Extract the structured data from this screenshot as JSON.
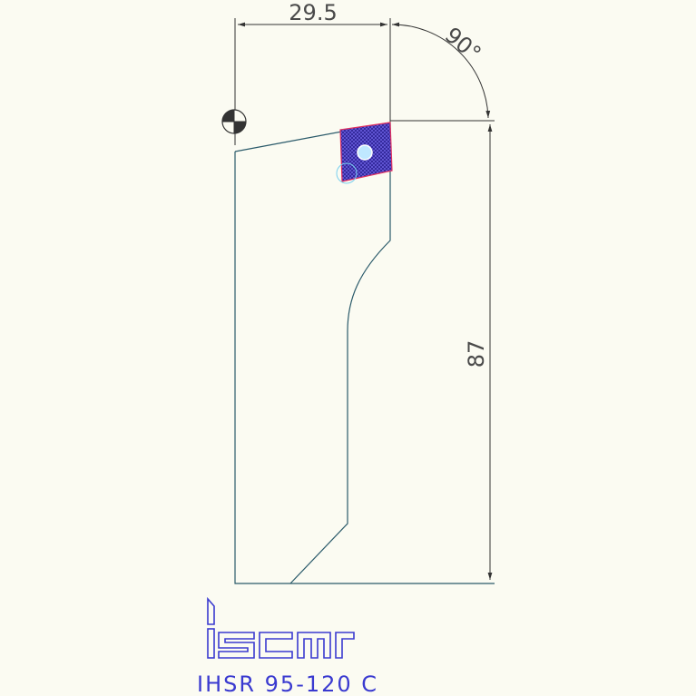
{
  "drawing": {
    "dimensions": {
      "width_label": "29.5",
      "height_label": "87",
      "angle_label": "90°"
    },
    "logo": {
      "text": "iscar"
    },
    "product_code": "IHSR 95-120 C",
    "colors": {
      "background": "#fbfbf2",
      "outline": "#2a5a6a",
      "dimension_line": "#333333",
      "insert_fill": "#5a4fd6",
      "insert_edge": "#e03060",
      "hole": "#bfe8ff",
      "brand_blue": "#3a3ad0"
    },
    "icons": {
      "reference_mark": "quartered-circle-icon"
    }
  }
}
